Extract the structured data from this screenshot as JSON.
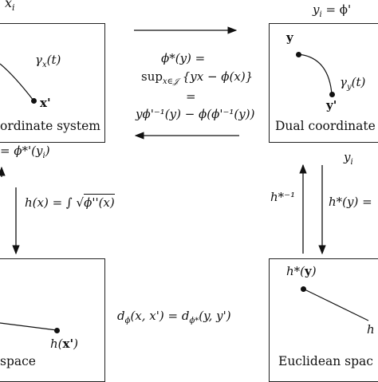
{
  "top": {
    "left_var": "x",
    "left_sub": "i",
    "right_var": "y",
    "right_sub": "i",
    "right_eq": "= ϕ'"
  },
  "box_primal": {
    "label": "ordinate system",
    "curve_label": "γ",
    "curve_sub": "x",
    "curve_arg": "(t)",
    "point_label": "x'"
  },
  "box_dual": {
    "label": "Dual coordinate",
    "point_start": "y",
    "point_end": "y'",
    "curve_label": "γ",
    "curve_sub": "y",
    "curve_arg": "(t)"
  },
  "box_euclid_left": {
    "label": "space",
    "point_label_fn": "h(",
    "point_label_var": "x'",
    "point_label_close": ")"
  },
  "box_euclid_right": {
    "label": "Euclidean spac",
    "point_label_fn": "h*(",
    "point_label_var": "y",
    "point_label_close": ")",
    "point_end_label": "h"
  },
  "legendre": {
    "line1": "ϕ*(y) =",
    "line2": "sup",
    "line2_sub": "x∈𝒥",
    "line2_rest": "{yx − ϕ(x)}",
    "line3": "=",
    "line4": "yϕ'⁻¹(y) − ϕ(ϕ'⁻¹(y))"
  },
  "below_left_box": "= ϕ*'(y",
  "below_left_box_sub": "i",
  "below_left_box_close": ")",
  "right_yi_var": "y",
  "right_yi_sub": "i",
  "h_left": {
    "prefix": "h(x) = ∫",
    "radicand": "ϕ''(x)"
  },
  "h_dual_inverse": "h*⁻¹",
  "h_dual": "h*(y) =",
  "bregman": "d",
  "bregman_sub": "ϕ",
  "bregman_mid": "(x, x') = d",
  "bregman_sub2": "ϕ*",
  "bregman_end": "(y, y')"
}
